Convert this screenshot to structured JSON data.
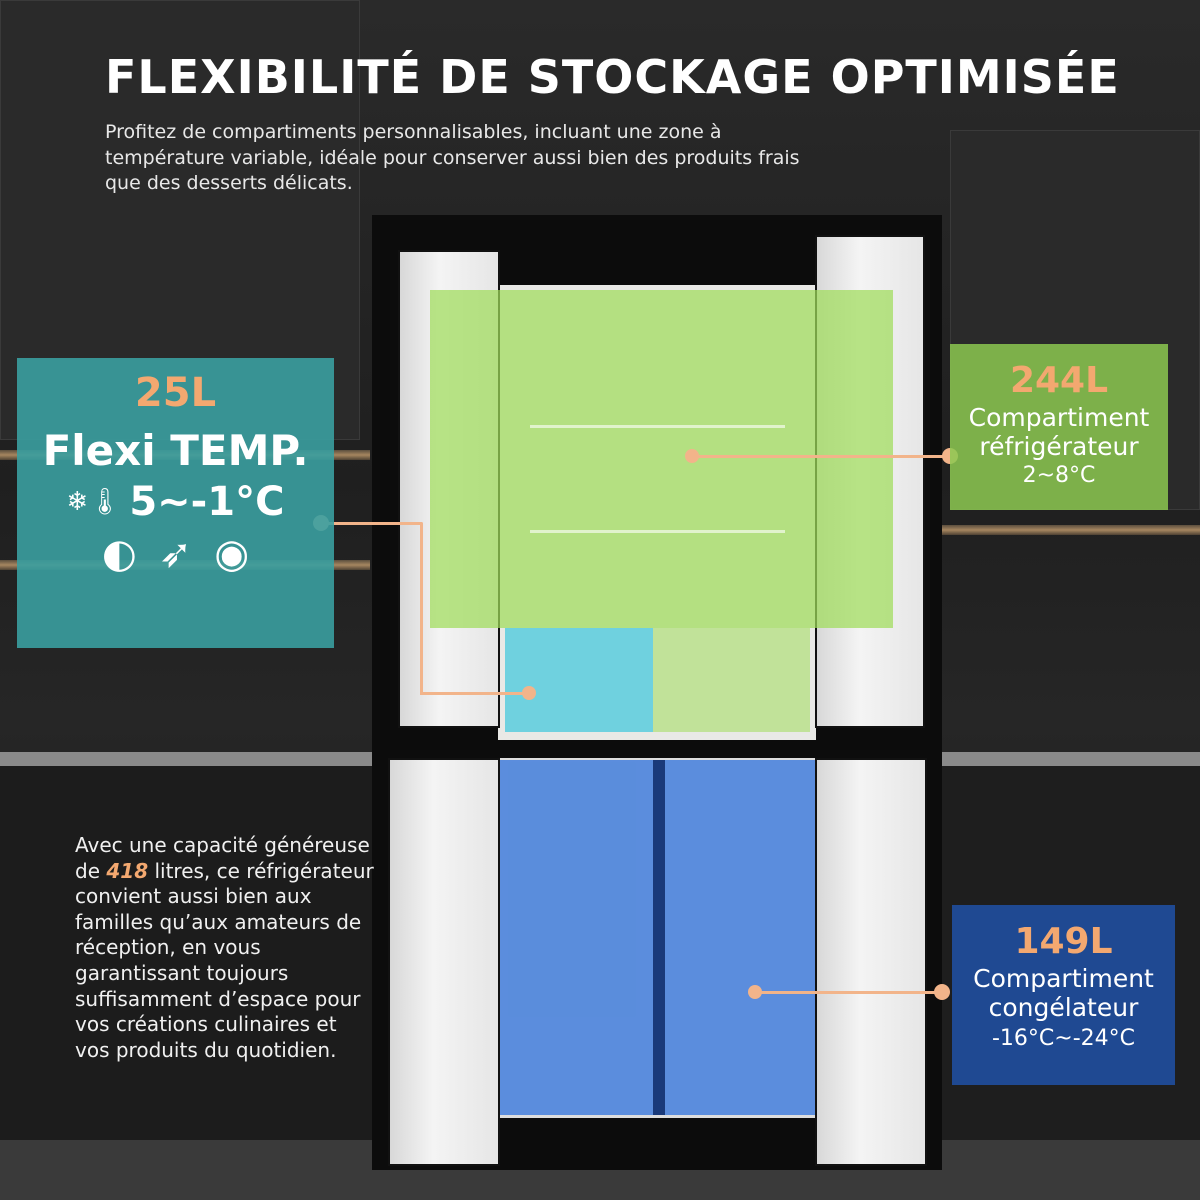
{
  "header": {
    "title": "FLEXIBILITÉ DE STOCKAGE OPTIMISÉE",
    "subtitle": "Profitez de compartiments personnalisables, incluant une zone à température variable, idéale pour conserver aussi bien des produits frais que des desserts délicats."
  },
  "flexi": {
    "volume": "25L",
    "name": "Flexi TEMP.",
    "temp": "5~-1°C",
    "icons": [
      "thermometer-snowflake-icon",
      "salmon-steak-icon",
      "fish-icon",
      "meat-leg-icon"
    ],
    "color": "#3a9fa0"
  },
  "fridge": {
    "volume": "244L",
    "line1": "Compartiment",
    "line2": "réfrigérateur",
    "temp": "2~8°C",
    "color": "#8cc850"
  },
  "freezer": {
    "volume": "149L",
    "line1": "Compartiment",
    "line2": "congélateur",
    "temp": "-16°C~-24°C",
    "color": "#1f4d9c"
  },
  "description": {
    "before": "Avec une capacité généreuse de ",
    "highlight": "418",
    "after": " litres, ce réfrigérateur convient aussi bien aux familles qu’aux amateurs de réception, en vous garantissant toujours suffisamment d’espace pour vos créations culinaires et vos produits du quotidien."
  },
  "accent": "#f3a870"
}
